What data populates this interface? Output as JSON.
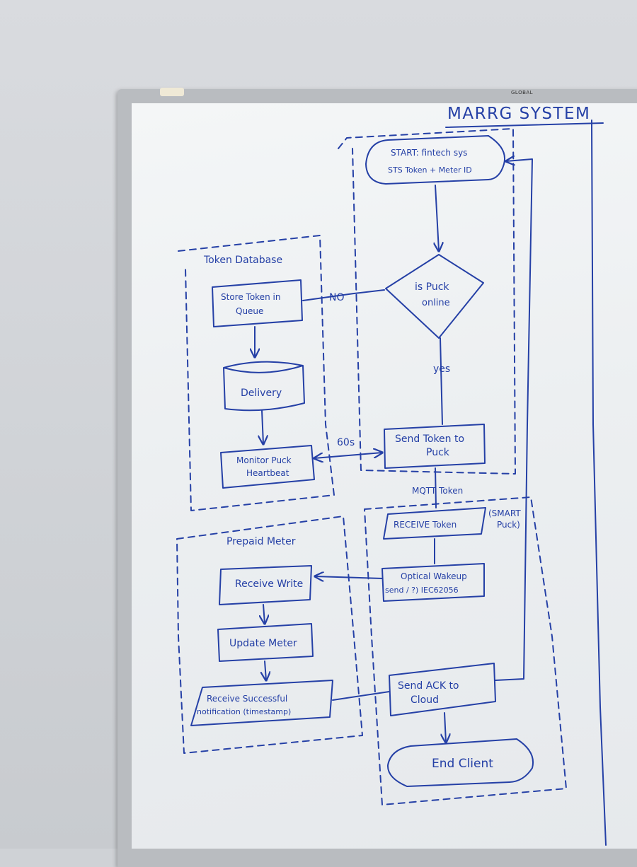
{
  "board": {
    "brand": "GLOBAL",
    "ink_color": "#2540a6",
    "title": "MARRG SYSTEM"
  },
  "token_database": {
    "group_label": "Token Database",
    "store_token": [
      "Store Token in",
      "Queue"
    ],
    "delivery": "Delivery",
    "monitor": [
      "Monitor Puck",
      "Heartbeat"
    ]
  },
  "cloud_flow": {
    "start": [
      "START: fintech sys",
      "STS Token + Meter ID"
    ],
    "decision": [
      "is Puck",
      "online"
    ],
    "no_label": "NO",
    "yes_label": "yes",
    "send_token": [
      "Send Token to",
      "Puck"
    ],
    "interval_label": "60s"
  },
  "puck_flow": {
    "mqtt_label": "MQTT Token",
    "smart_puck_label": [
      "(SMART",
      "Puck)"
    ],
    "receive_token": "RECEIVE Token",
    "optical": [
      "Optical Wakeup",
      "send / ?) IEC62056"
    ],
    "send_ack": [
      "Send ACK to",
      "Cloud"
    ],
    "end": "End Client"
  },
  "prepaid_meter": {
    "group_label": "Prepaid Meter",
    "receive_write": "Receive Write",
    "update_meter": "Update Meter",
    "notification": [
      "Receive Successful",
      "notification (timestamp)"
    ]
  }
}
